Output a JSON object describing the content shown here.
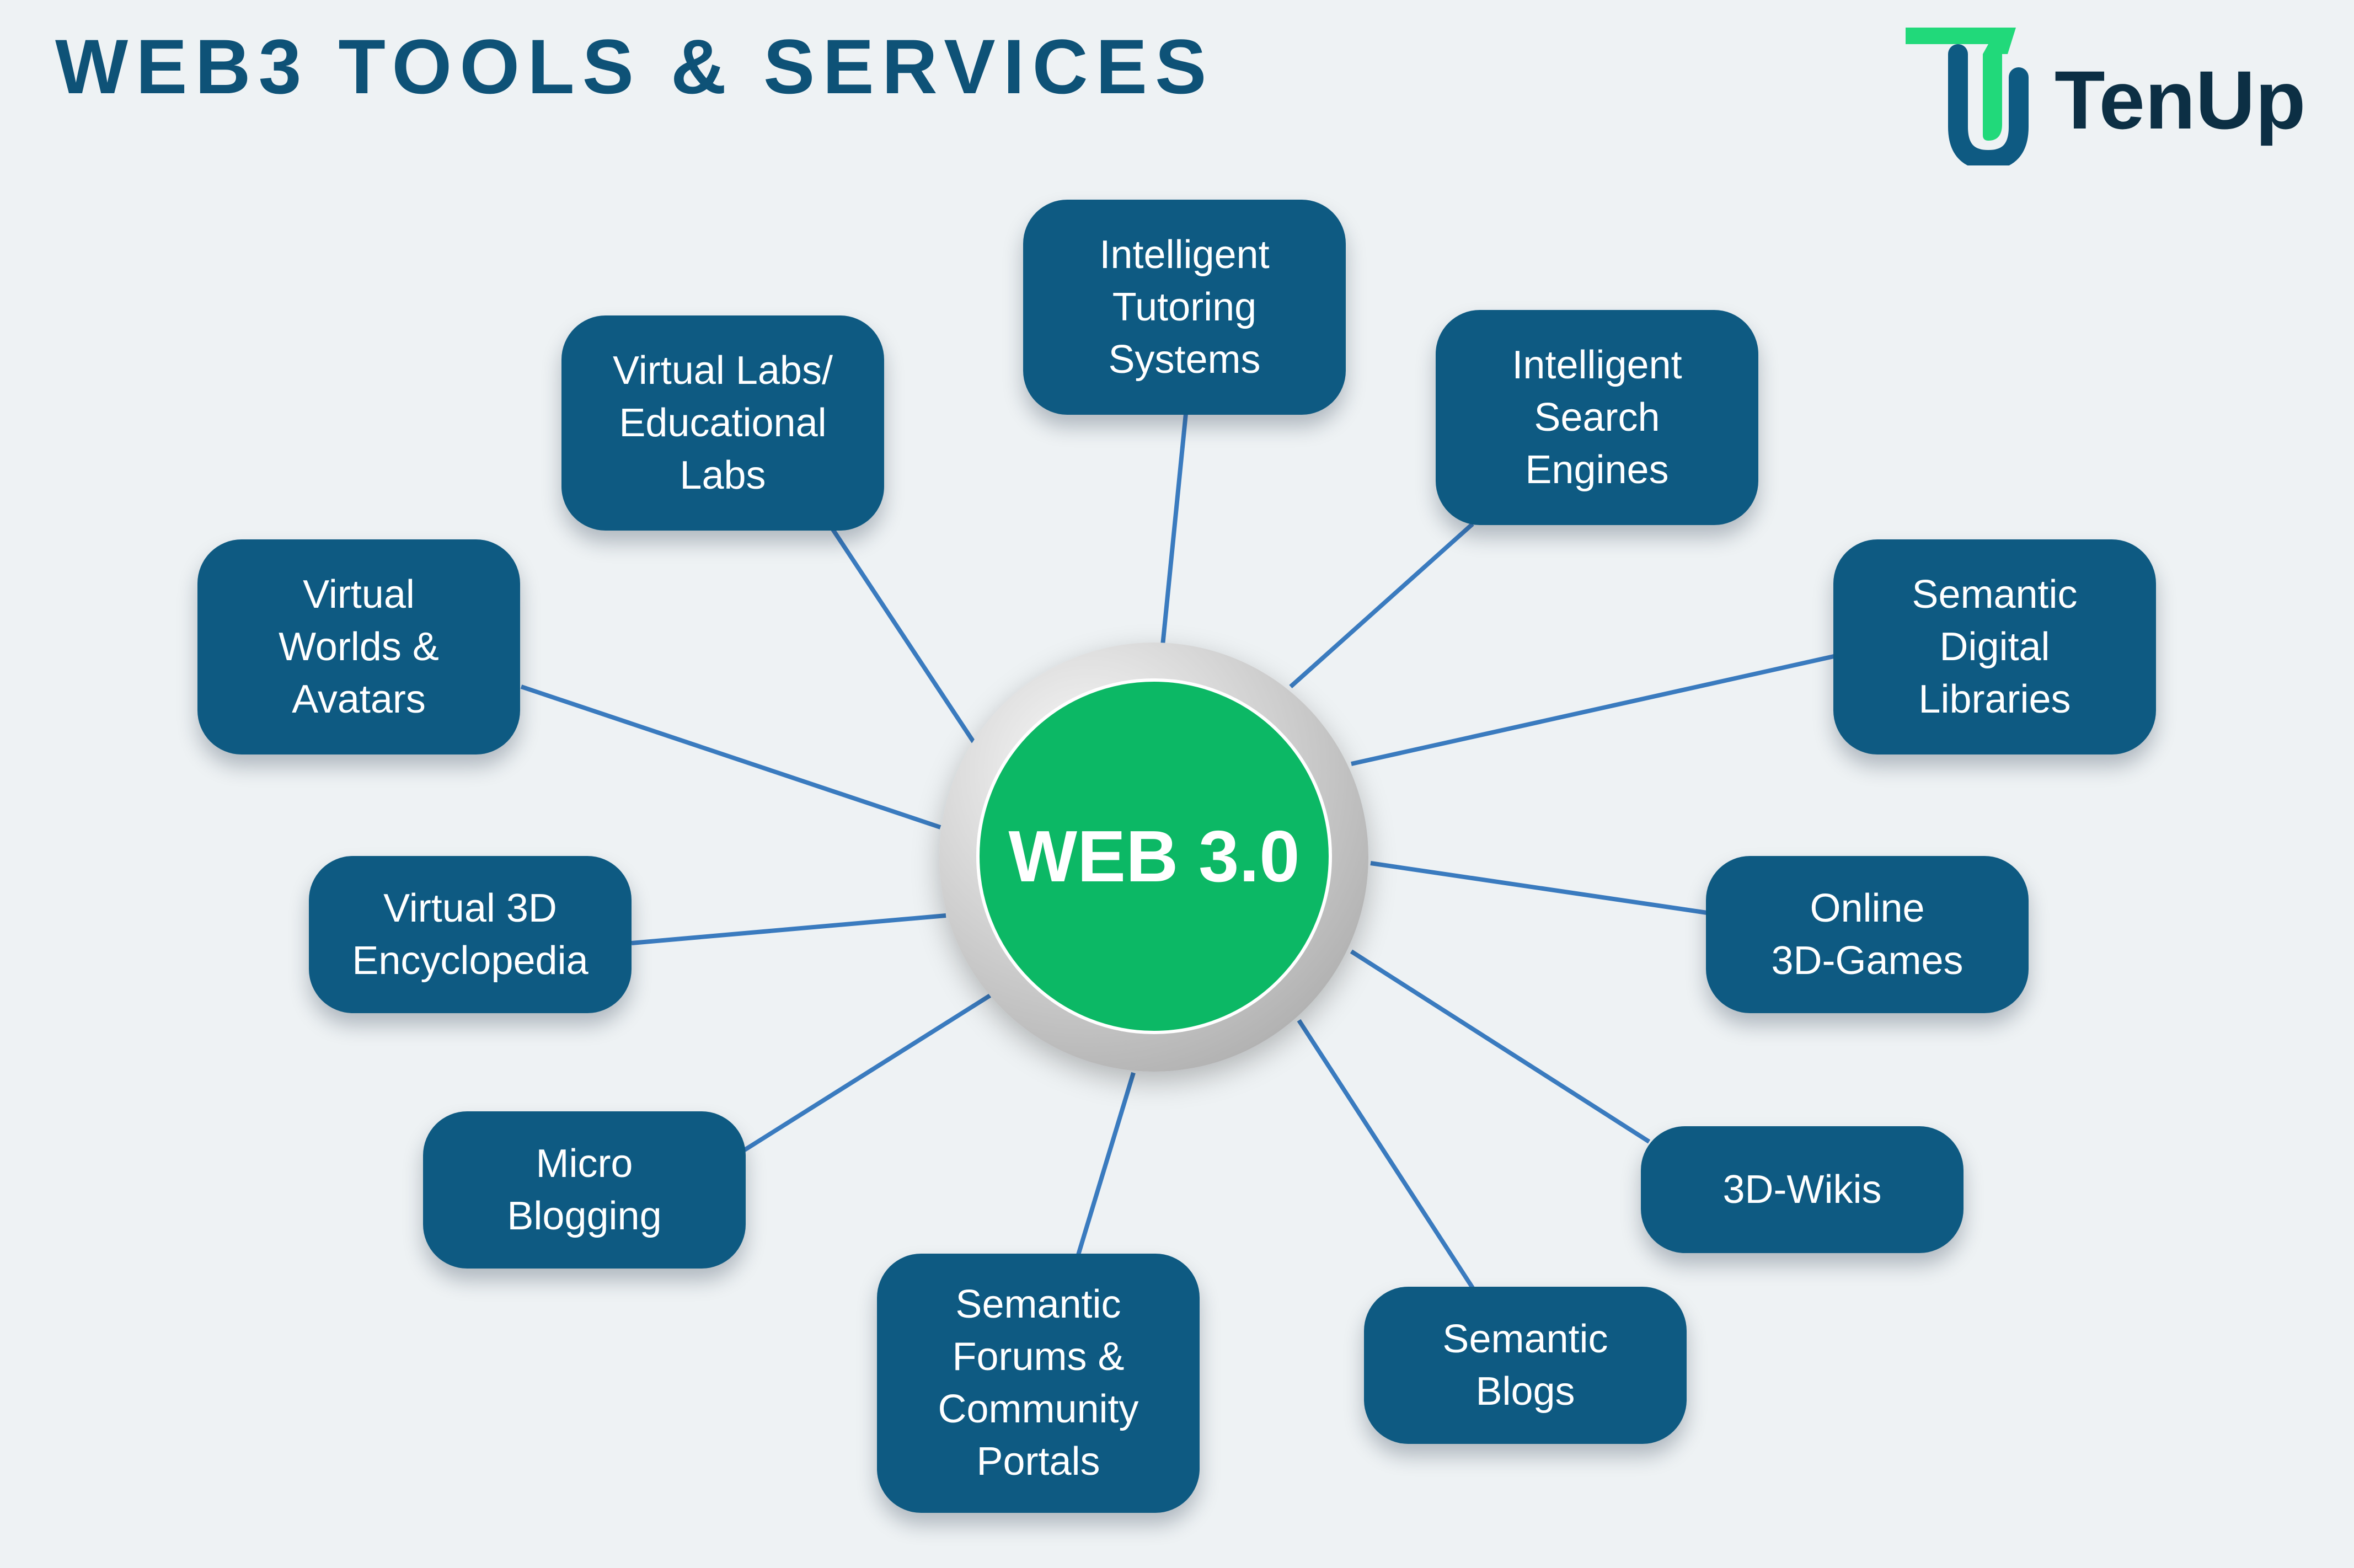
{
  "title": "WEB3 TOOLS & SERVICES",
  "brand": {
    "name": "TenUp",
    "icon": "tenup-logo-icon",
    "colors": {
      "mark_green": "#21d97a",
      "mark_blue": "#0e5a82",
      "text": "#0c2f44"
    }
  },
  "colors": {
    "background": "#eef2f4",
    "node": "#0e5a82",
    "hub": "#0cb865",
    "link": "#3a7bbf",
    "title": "#0e5277"
  },
  "hub": {
    "label": "WEB 3.0"
  },
  "nodes": [
    {
      "label": "Intelligent\nTutoring\nSystems"
    },
    {
      "label": "Virtual Labs/\nEducational\nLabs"
    },
    {
      "label": "Intelligent\nSearch\nEngines"
    },
    {
      "label": "Virtual\nWorlds &\nAvatars"
    },
    {
      "label": "Semantic\nDigital\nLibraries"
    },
    {
      "label": "Virtual 3D\nEncyclopedia"
    },
    {
      "label": "Online\n3D-Games"
    },
    {
      "label": "Micro\nBlogging"
    },
    {
      "label": "3D-Wikis"
    },
    {
      "label": "Semantic\nForums &\nCommunity\nPortals"
    },
    {
      "label": "Semantic\nBlogs"
    }
  ]
}
